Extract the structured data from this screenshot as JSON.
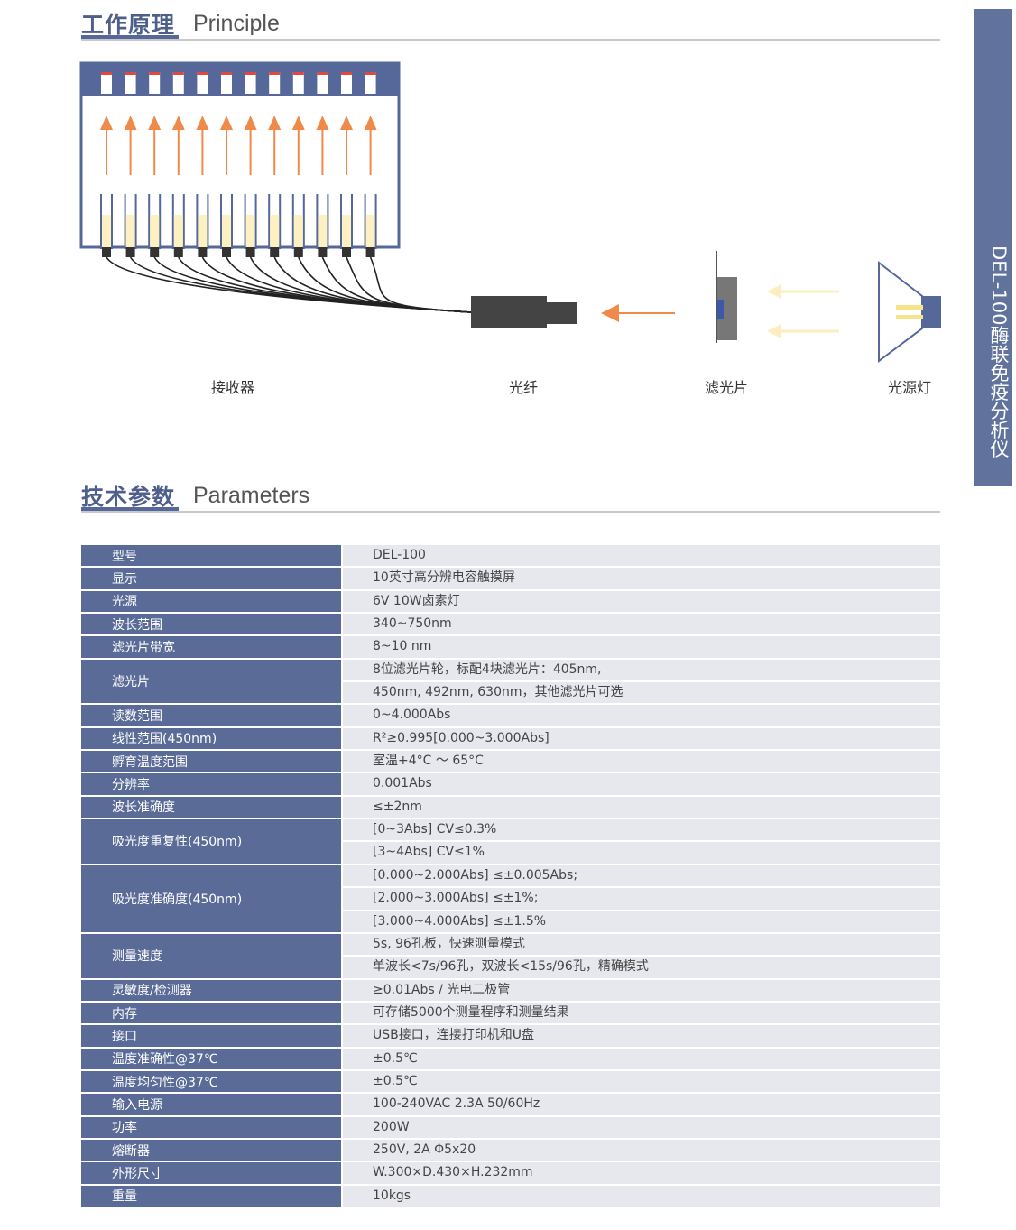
{
  "principle": {
    "title_cn": "工作原理",
    "title_en": "Principle"
  },
  "diagram": {
    "labels": {
      "receiver": "接收器",
      "fiber": "光纤",
      "filter": "滤光片",
      "lamp": "光源灯"
    },
    "colors": {
      "frame": "#56689a",
      "arrow": "#f08a4b",
      "light": "#fdf1c2",
      "device": "#444444",
      "filter_blue": "#3d58a8"
    }
  },
  "side_tab": {
    "text": "DEL-100酶联免疫分析仪"
  },
  "parameters": {
    "title_cn": "技术参数",
    "title_en": "Parameters",
    "rows": [
      {
        "label": "型号",
        "values": [
          "DEL-100"
        ]
      },
      {
        "label": "显示",
        "values": [
          "10英寸高分辨电容触摸屏"
        ]
      },
      {
        "label": "光源",
        "values": [
          "6V 10W卤素灯"
        ]
      },
      {
        "label": "波长范围",
        "values": [
          "340~750nm"
        ]
      },
      {
        "label": "滤光片带宽",
        "values": [
          "8~10 nm"
        ]
      },
      {
        "label": "滤光片",
        "values": [
          "8位滤光片轮，标配4块滤光片：405nm,",
          "450nm, 492nm, 630nm，其他滤光片可选"
        ]
      },
      {
        "label": "读数范围",
        "values": [
          "0~4.000Abs"
        ]
      },
      {
        "label": "线性范围(450nm)",
        "values": [
          "R²≥0.995[0.000~3.000Abs]"
        ]
      },
      {
        "label": "孵育温度范围",
        "values": [
          "室温+4°C ～ 65°C"
        ]
      },
      {
        "label": "分辨率",
        "values": [
          "0.001Abs"
        ]
      },
      {
        "label": "波长准确度",
        "values": [
          "≤±2nm"
        ]
      },
      {
        "label": "吸光度重复性(450nm)",
        "values": [
          "[0~3Abs] CV≤0.3%",
          "[3~4Abs] CV≤1%"
        ]
      },
      {
        "label": "吸光度准确度(450nm)",
        "values": [
          "[0.000~2.000Abs] ≤±0.005Abs;",
          "[2.000~3.000Abs] ≤±1%;",
          "[3.000~4.000Abs] ≤±1.5%"
        ]
      },
      {
        "label": "测量速度",
        "values": [
          "5s, 96孔板，快速测量模式",
          "单波长<7s/96孔，双波长<15s/96孔，精确模式"
        ]
      },
      {
        "label": "灵敏度/检测器",
        "values": [
          "≥0.01Abs / 光电二极管"
        ]
      },
      {
        "label": "内存",
        "values": [
          "可存储5000个测量程序和测量结果"
        ]
      },
      {
        "label": "接口",
        "values": [
          "USB接口，连接打印机和U盘"
        ]
      },
      {
        "label": "温度准确性@37℃",
        "values": [
          "±0.5℃"
        ]
      },
      {
        "label": "温度均匀性@37℃",
        "values": [
          "±0.5℃"
        ]
      },
      {
        "label": "输入电源",
        "values": [
          "100-240VAC   2.3A   50/60Hz"
        ]
      },
      {
        "label": "功率",
        "values": [
          "200W"
        ]
      },
      {
        "label": "熔断器",
        "values": [
          "250V, 2A Φ5x20"
        ]
      },
      {
        "label": "外形尺寸",
        "values": [
          "W.300×D.430×H.232mm"
        ]
      },
      {
        "label": "重量",
        "values": [
          "10kgs"
        ]
      }
    ]
  }
}
